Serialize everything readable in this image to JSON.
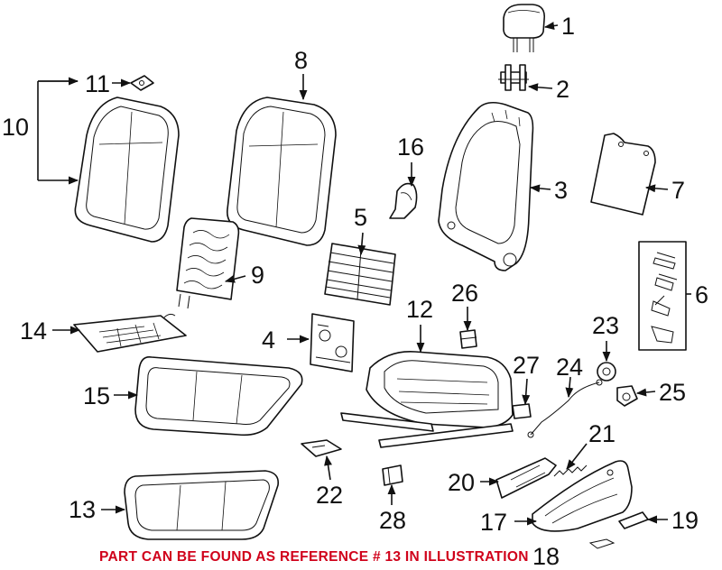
{
  "diagram": {
    "colors": {
      "line": "#111111",
      "background": "#ffffff",
      "caption": "#d0021b"
    },
    "callouts": [
      "1",
      "2",
      "3",
      "4",
      "5",
      "6",
      "7",
      "8",
      "9",
      "10",
      "11",
      "12",
      "13",
      "14",
      "15",
      "16",
      "17",
      "18",
      "19",
      "20",
      "21",
      "22",
      "23",
      "24",
      "25",
      "26",
      "27",
      "28"
    ],
    "caption": "PART CAN BE FOUND AS REFERENCE # 13 IN ILLUSTRATION"
  }
}
